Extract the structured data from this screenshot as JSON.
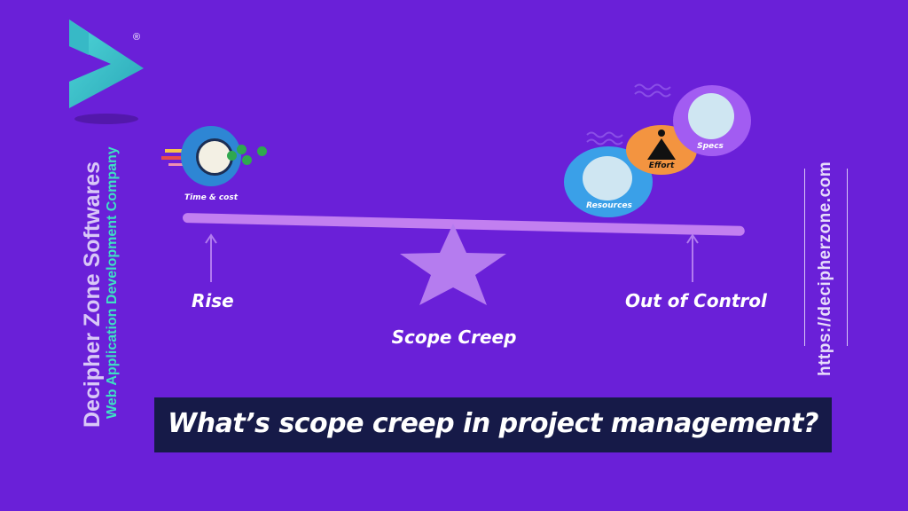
{
  "brand": {
    "name": "Decipher Zone Softwares",
    "tagline": "Web Application Development Company",
    "registered": "®",
    "url": "https://decipherzone.com"
  },
  "diagram": {
    "left_item": "Time & cost",
    "left_label": "Rise",
    "fulcrum_label": "Scope Creep",
    "right_items": [
      "Resources",
      "Effort",
      "Specs"
    ],
    "right_label": "Out of Control"
  },
  "title": "What’s scope creep in project management?",
  "colors": {
    "background": "#6a20d8",
    "beam": "#c27ff0",
    "banner": "#161a48",
    "accent": "#3ee0c4"
  }
}
